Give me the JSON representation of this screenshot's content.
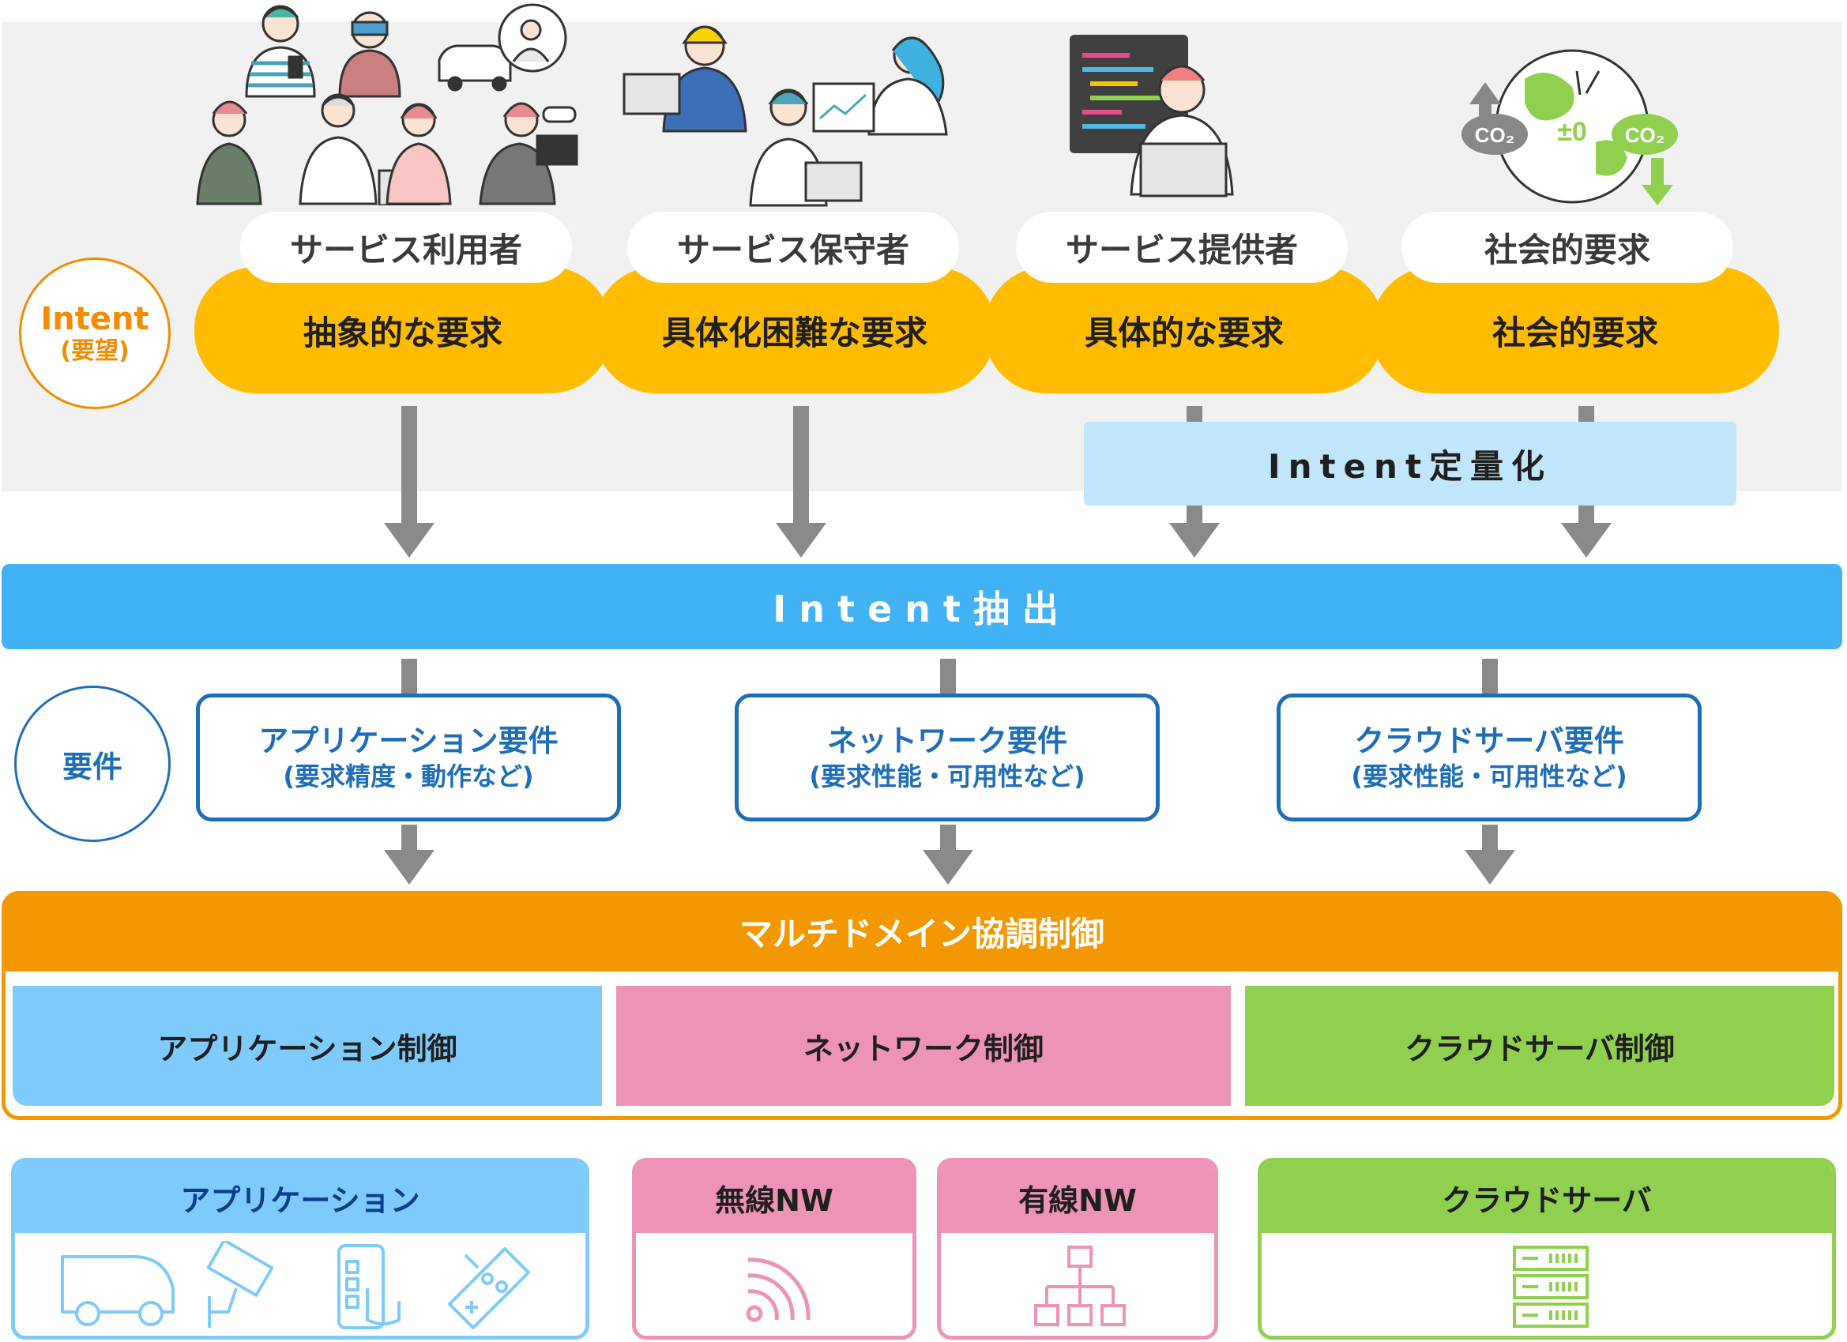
{
  "intent_badge": {
    "title": "Intent",
    "subtitle": "(要望)"
  },
  "stakeholders": [
    {
      "role": "サービス利用者",
      "request": "抽象的な要求",
      "illustration": "people-devices-illustration"
    },
    {
      "role": "サービス保守者",
      "request": "具体化困難な要求",
      "illustration": "maintainers-illustration"
    },
    {
      "role": "サービス提供者",
      "request": "具体的な要求",
      "illustration": "developer-illustration"
    },
    {
      "role": "社会的要求",
      "request": "社会的要求",
      "illustration": "co2-earth-illustration",
      "co2_text": [
        "CO₂",
        "±0",
        "CO₂"
      ]
    }
  ],
  "quantify_label": "Intent定量化",
  "extract_label": "Intent抽出",
  "requirements_badge": "要件",
  "requirements": [
    {
      "title": "アプリケーション要件",
      "detail": "(要求精度・動作など)"
    },
    {
      "title": "ネットワーク要件",
      "detail": "(要求性能・可用性など)"
    },
    {
      "title": "クラウドサーバ要件",
      "detail": "(要求性能・可用性など)"
    }
  ],
  "multi_domain": {
    "title": "マルチドメイン協調制御",
    "controls": [
      "アプリケーション制御",
      "ネットワーク制御",
      "クラウドサーバ制御"
    ]
  },
  "resources": [
    {
      "title": "アプリケーション",
      "icons": [
        "van-icon",
        "security-camera-icon",
        "smartphone-touch-icon",
        "game-controller-icon"
      ]
    },
    {
      "title": "無線NW",
      "icons": [
        "wireless-signal-icon"
      ]
    },
    {
      "title": "有線NW",
      "icons": [
        "network-tree-icon"
      ]
    },
    {
      "title": "クラウドサーバ",
      "icons": [
        "server-rack-icon"
      ]
    }
  ],
  "colors": {
    "intent_yellow": "#ffbc00",
    "extract_blue": "#40b2f5",
    "quant_blue": "#c0e6fb",
    "req_blue": "#1e6eb7",
    "multi_orange": "#f39800",
    "app_blue": "#7ecbfb",
    "nw_pink": "#ee93b8",
    "cloud_green": "#8fd14f"
  }
}
